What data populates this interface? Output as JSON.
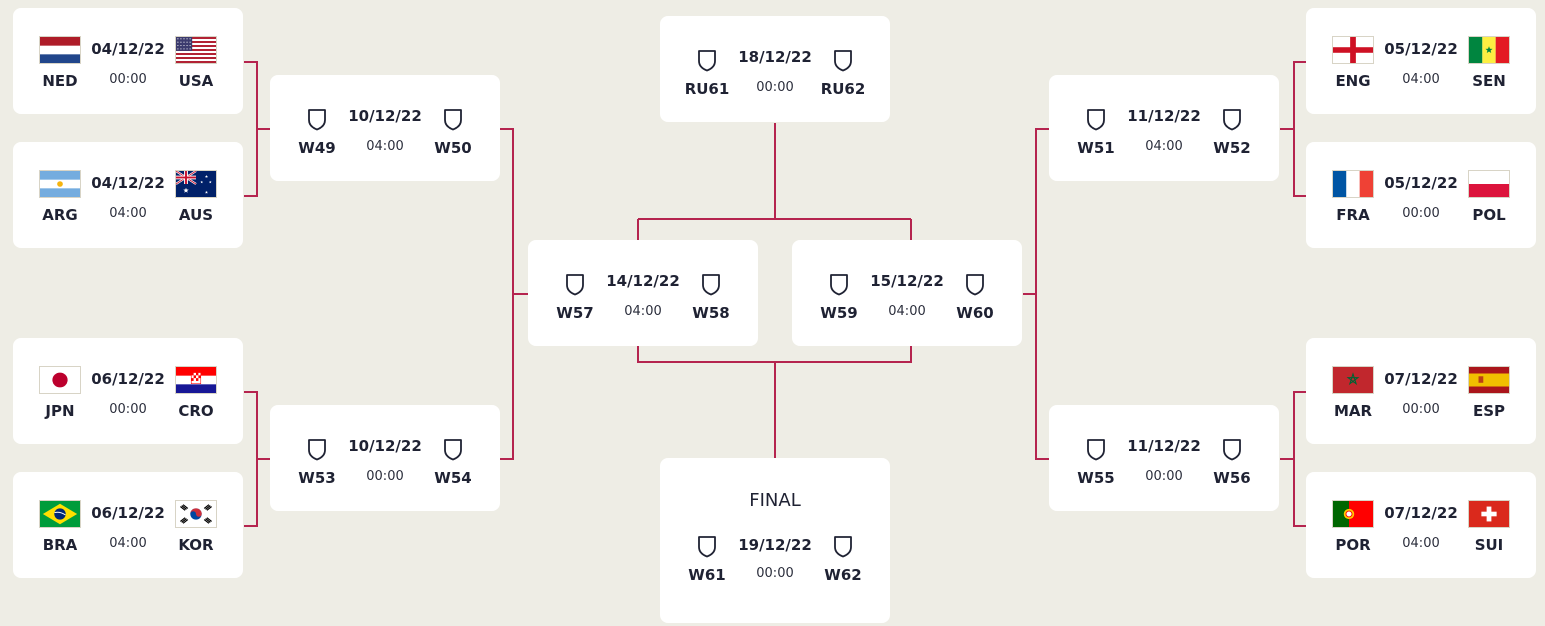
{
  "colors": {
    "background": "#eeede5",
    "card": "#ffffff",
    "connector": "#b5244f",
    "text": "#1f2233"
  },
  "matches": {
    "r16_1": {
      "date": "04/12/22",
      "time": "00:00",
      "home": {
        "code": "NED",
        "flag": "flag-netherlands"
      },
      "away": {
        "code": "USA",
        "flag": "flag-usa"
      }
    },
    "r16_2": {
      "date": "04/12/22",
      "time": "04:00",
      "home": {
        "code": "ARG",
        "flag": "flag-argentina"
      },
      "away": {
        "code": "AUS",
        "flag": "flag-australia"
      }
    },
    "r16_3": {
      "date": "06/12/22",
      "time": "00:00",
      "home": {
        "code": "JPN",
        "flag": "flag-japan"
      },
      "away": {
        "code": "CRO",
        "flag": "flag-croatia"
      }
    },
    "r16_4": {
      "date": "06/12/22",
      "time": "04:00",
      "home": {
        "code": "BRA",
        "flag": "flag-brazil"
      },
      "away": {
        "code": "KOR",
        "flag": "flag-korea"
      }
    },
    "r16_5": {
      "date": "05/12/22",
      "time": "04:00",
      "home": {
        "code": "ENG",
        "flag": "flag-england"
      },
      "away": {
        "code": "SEN",
        "flag": "flag-senegal"
      }
    },
    "r16_6": {
      "date": "05/12/22",
      "time": "00:00",
      "home": {
        "code": "FRA",
        "flag": "flag-france"
      },
      "away": {
        "code": "POL",
        "flag": "flag-poland"
      }
    },
    "r16_7": {
      "date": "07/12/22",
      "time": "00:00",
      "home": {
        "code": "MAR",
        "flag": "flag-morocco"
      },
      "away": {
        "code": "ESP",
        "flag": "flag-spain"
      }
    },
    "r16_8": {
      "date": "07/12/22",
      "time": "04:00",
      "home": {
        "code": "POR",
        "flag": "flag-portugal"
      },
      "away": {
        "code": "SUI",
        "flag": "flag-switzerland"
      }
    },
    "qf_1": {
      "date": "10/12/22",
      "time": "04:00",
      "home": {
        "code": "W49"
      },
      "away": {
        "code": "W50"
      }
    },
    "qf_2": {
      "date": "10/12/22",
      "time": "00:00",
      "home": {
        "code": "W53"
      },
      "away": {
        "code": "W54"
      }
    },
    "qf_3": {
      "date": "11/12/22",
      "time": "04:00",
      "home": {
        "code": "W51"
      },
      "away": {
        "code": "W52"
      }
    },
    "qf_4": {
      "date": "11/12/22",
      "time": "00:00",
      "home": {
        "code": "W55"
      },
      "away": {
        "code": "W56"
      }
    },
    "sf_1": {
      "date": "14/12/22",
      "time": "04:00",
      "home": {
        "code": "W57"
      },
      "away": {
        "code": "W58"
      }
    },
    "sf_2": {
      "date": "15/12/22",
      "time": "04:00",
      "home": {
        "code": "W59"
      },
      "away": {
        "code": "W60"
      }
    },
    "third_place": {
      "date": "18/12/22",
      "time": "00:00",
      "home": {
        "code": "RU61"
      },
      "away": {
        "code": "RU62"
      }
    },
    "final": {
      "stage": "FINAL",
      "date": "19/12/22",
      "time": "00:00",
      "home": {
        "code": "W61"
      },
      "away": {
        "code": "W62"
      }
    }
  }
}
